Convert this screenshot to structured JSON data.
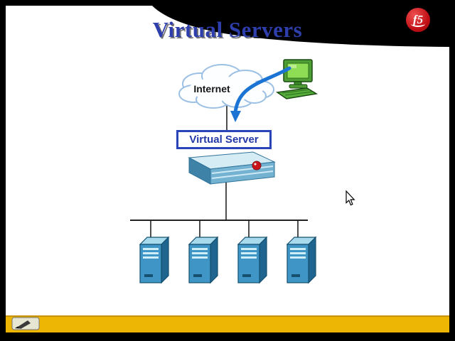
{
  "slide": {
    "title": "Virtual Servers",
    "logo": {
      "text": "f5",
      "color": "#c8151a"
    },
    "colors": {
      "background": "#ffffff",
      "frame_black": "#000000",
      "title_blue": "#2e3ead",
      "footer_yellow": "#edb504",
      "arrow_blue": "#1b74d4",
      "virtual_server_border": "#2943b8",
      "server_blue": "#3f95c6",
      "computer_green": "#4f9e35"
    }
  },
  "diagram": {
    "internet_label": "Internet",
    "virtual_server_label": "Virtual Server",
    "server_count": 4,
    "icons": {
      "internet": "cloud-icon",
      "client": "computer-icon",
      "traffic": "curved-arrow-icon",
      "load_balancer": "bigip-appliance-icon",
      "pool_member": "server-tower-icon",
      "logo": "f5-ball-icon"
    }
  },
  "toolbar": {
    "pen_button": "pen-icon"
  }
}
